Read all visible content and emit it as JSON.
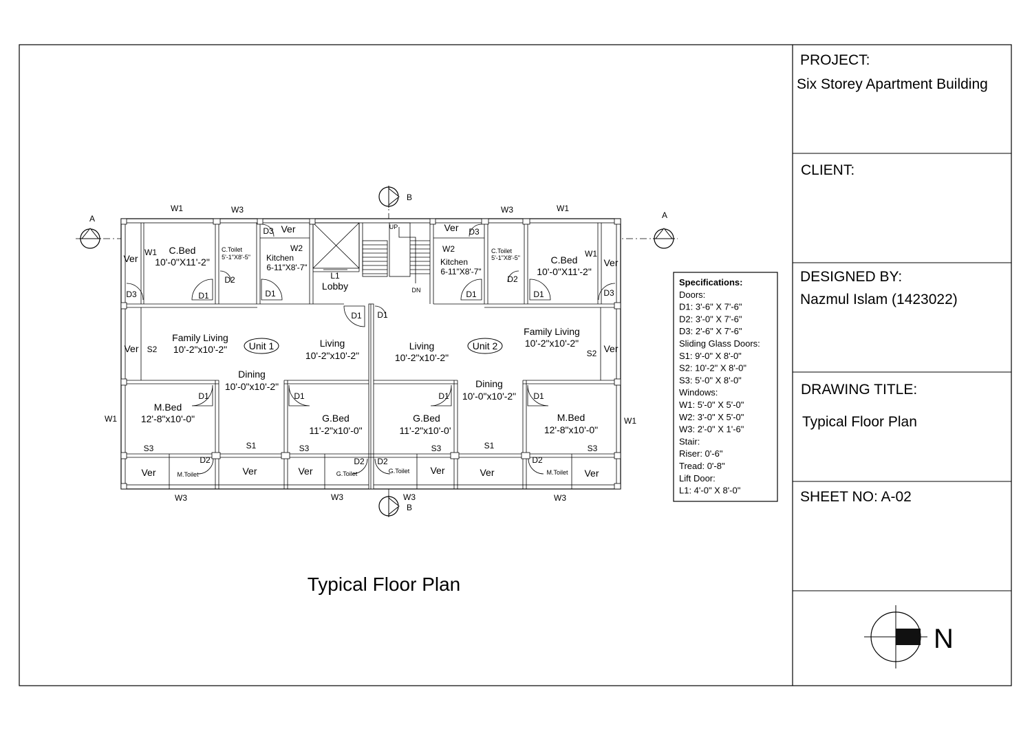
{
  "title_block": {
    "project_head": "PROJECT:",
    "project_value": "Six Storey Apartment Building",
    "client_head": "CLIENT:",
    "designed_head": "DESIGNED BY:",
    "designed_value": "Nazmul Islam (1423022)",
    "drawing_title_head": "DRAWING TITLE:",
    "drawing_title_value": "Typical Floor Plan",
    "sheet_no": "SHEET NO: A-02",
    "north_label": "N"
  },
  "plan_caption": "Typical Floor Plan",
  "section_markers": {
    "a": "A",
    "b": "B"
  },
  "specifications": [
    "Specifications:",
    "Doors:",
    "D1: 3'-6\" X 7'-6\"",
    "D2: 3'-0\" X 7'-6\"",
    "D3: 2'-6\" X 7'-6\"",
    "Sliding Glass Doors:",
    "S1: 9'-0\" X 8'-0\"",
    "S2: 10'-2\" X 8'-0\"",
    "S3: 5'-0\" X 8'-0\"",
    "Windows:",
    "W1: 5'-0\" X 5'-0\"",
    "W2: 3'-0\" X 5'-0\"",
    "W3: 2'-0\" X 1'-6\"",
    "Stair:",
    "Riser: 0'-6\"",
    "Tread: 0'-8\"",
    "Lift Door:",
    "L1: 4'-0\" X 8'-0\""
  ],
  "rooms": {
    "cbed": "C.Bed",
    "cbed_dim": "10'-0\"X11'-2\"",
    "ctoilet": "C.Toilet",
    "ctoilet_dim": "5'-1\"X8'-5\"",
    "kitchen": "Kitchen",
    "kitchen_dim": "6-11\"X8'-7\"",
    "lobby": "Lobby",
    "family_living": "Family Living",
    "family_living_dim": "10'-2\"x10'-2\"",
    "living": "Living",
    "living_dim": "10'-2\"x10'-2\"",
    "dining": "Dining",
    "dining_dim": "10'-0\"x10'-2\"",
    "mbed": "M.Bed",
    "mbed_dim": "12'-8\"x10'-0\"",
    "gbed": "G.Bed",
    "gbed_dim": "11'-2\"x10'-0\"",
    "gbed_dim_b": "11'-2\"x10'-0'",
    "mtoilet": "M.Toilet",
    "gtoilet": "G.Toilet",
    "gtoilet_b": "G.Toilet",
    "ver": "Ver",
    "unit1": "Unit 1",
    "unit2": "Unit 2",
    "up": "UP",
    "dn": "DN"
  },
  "tags": {
    "d1": "D1",
    "d2": "D2",
    "d3": "D3",
    "s1": "S1",
    "s2": "S2",
    "s3": "S3",
    "w1": "W1",
    "w2": "W2",
    "w3": "W3",
    "l1": "L1"
  }
}
